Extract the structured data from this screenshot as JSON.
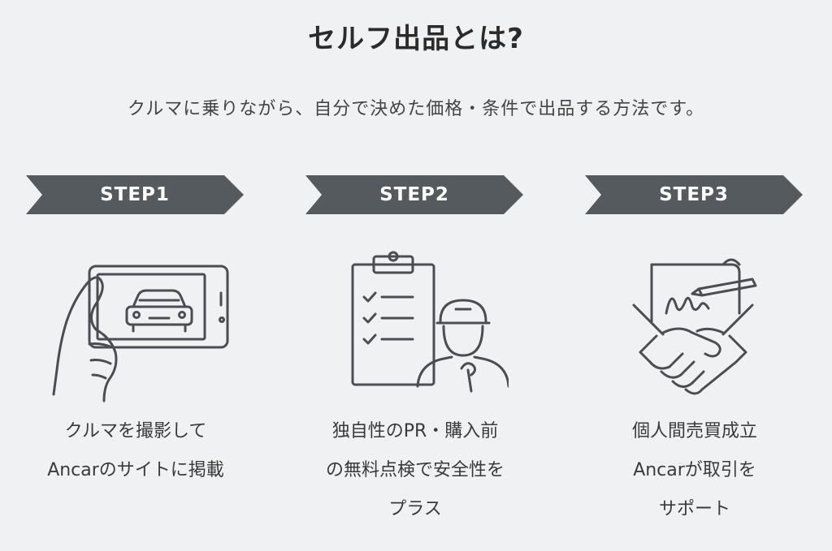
{
  "header": {
    "title": "セルフ出品とは?",
    "subtitle": "クルマに乗りながら、自分で決めた価格・条件で出品する方法です。"
  },
  "colors": {
    "banner": "#555a5f",
    "icon_stroke": "#4a4d52",
    "background": "#f0f1f3"
  },
  "steps": [
    {
      "label": "STEP1",
      "icon": "hand-phone-car-icon",
      "lines": [
        "クルマを撮影して",
        "Ancarのサイトに掲載"
      ]
    },
    {
      "label": "STEP2",
      "icon": "clipboard-mechanic-icon",
      "lines": [
        "独自性のPR・購入前",
        "の無料点検で安全性を",
        "プラス"
      ]
    },
    {
      "label": "STEP3",
      "icon": "handshake-contract-icon",
      "lines": [
        "個人間売買成立",
        "Ancarが取引を",
        "サポート"
      ]
    }
  ]
}
